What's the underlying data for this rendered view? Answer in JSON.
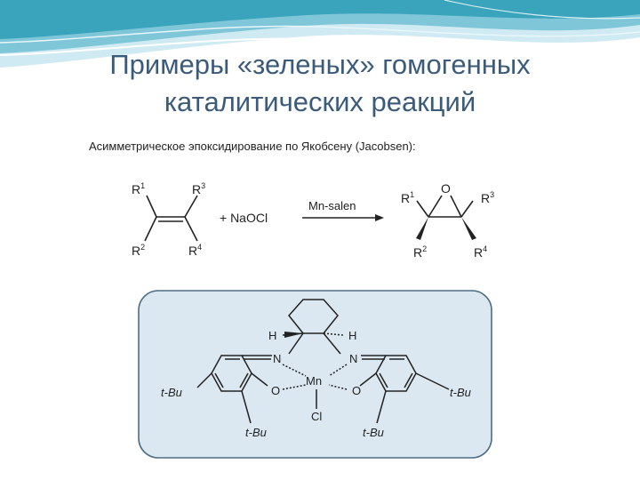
{
  "slide": {
    "title_line1": "Примеры «зеленых» гомогенных",
    "title_line2": "каталитических реакций",
    "subtitle": "Асимметрическое эпоксидирование по Якобсену (Jacobsen):"
  },
  "reaction": {
    "alkene": {
      "r1": "R",
      "r1_sup": "1",
      "r2": "R",
      "r2_sup": "2",
      "r3": "R",
      "r3_sup": "3",
      "r4": "R",
      "r4_sup": "4"
    },
    "reagent": "+ NaOCl",
    "catalyst_label": "Mn-salen",
    "epoxide": {
      "o": "O",
      "r1": "R",
      "r1_sup": "1",
      "r2": "R",
      "r2_sup": "2",
      "r3": "R",
      "r3_sup": "3",
      "r4": "R",
      "r4_sup": "4"
    }
  },
  "catalyst": {
    "metal": "Mn",
    "ligand_cl": "Cl",
    "h_left": "H",
    "h_right": "H",
    "n_left": "N",
    "n_right": "N",
    "o_left": "O",
    "o_right": "O",
    "tbu_left_para": "t-Bu",
    "tbu_left_ortho": "t-Bu",
    "tbu_right_para": "t-Bu",
    "tbu_right_ortho": "t-Bu"
  },
  "colors": {
    "title": "#3b5b7a",
    "catalyst_box_fill": "#dbe8f2",
    "catalyst_box_stroke": "#4d6d84",
    "wave_light": "#cfeaf2",
    "wave_mid": "#7fc6d8",
    "wave_dark": "#3aa4bd"
  }
}
